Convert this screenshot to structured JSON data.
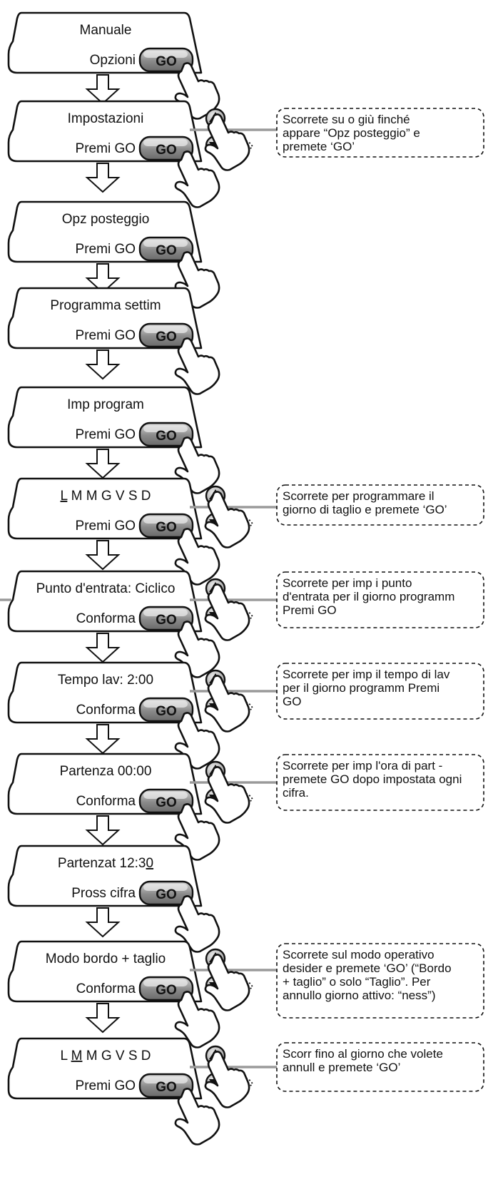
{
  "go_label": "GO",
  "colors": {
    "button_gray": "#8a8a8a",
    "outline": "#111111",
    "connector": "#9a9a9a",
    "background": "#ffffff"
  },
  "icons": {
    "go_button": "go-button-icon",
    "hand": "pointing-hand-icon",
    "up": "up-arrow-icon",
    "down": "down-arrow-icon",
    "flow": "down-flow-arrow-icon"
  },
  "steps": [
    {
      "id": "manuale",
      "title": "Manuale",
      "subtitle": "Opzioni",
      "has_scroll": false
    },
    {
      "id": "impostazioni",
      "title": "Impostazioni",
      "subtitle": "Premi GO",
      "has_scroll": true,
      "note": [
        "Scorrete su o giù finché",
        "appare “Opz posteggio” e",
        "premete ‘GO’"
      ]
    },
    {
      "id": "opz-posteggio",
      "title": "Opz posteggio",
      "subtitle": "Premi GO",
      "has_scroll": false
    },
    {
      "id": "programma-settim",
      "title": "Programma settim",
      "subtitle": "Premi GO",
      "has_scroll": false
    },
    {
      "id": "imp-program",
      "title": "Imp program",
      "subtitle": "Premi GO",
      "has_scroll": false
    },
    {
      "id": "giorni",
      "title_parts": [
        {
          "t": "L",
          "u": true
        },
        {
          "t": " M M G V S D",
          "u": false
        }
      ],
      "subtitle": "Premi GO",
      "has_scroll": true,
      "note": [
        "Scorrete per programmare il",
        "giorno di taglio e premete ‘GO’"
      ]
    },
    {
      "id": "punto-entrata",
      "title": "Punto d'entrata: Ciclico",
      "subtitle": "Conforma",
      "has_scroll": true,
      "left_line": true,
      "note": [
        "Scorrete per imp i punto",
        "d'entrata per il giorno programm",
        "Premi GO"
      ]
    },
    {
      "id": "tempo-lav",
      "title": "Tempo lav:   2:00",
      "subtitle": "Conforma",
      "has_scroll": true,
      "note": [
        "Scorrete per imp il tempo di lav",
        "per il giorno programm Premi",
        "GO"
      ]
    },
    {
      "id": "partenza",
      "title": "Partenza  00:00",
      "subtitle": "Conforma",
      "has_scroll": true,
      "note": [
        "Scorrete per imp l'ora di part -",
        "premete GO dopo impostata ogni",
        "cifra."
      ]
    },
    {
      "id": "partenzat",
      "title_parts": [
        {
          "t": "Partenzat  12:3",
          "u": false
        },
        {
          "t": "0",
          "u": true
        }
      ],
      "subtitle": "Pross cifra",
      "has_scroll": false
    },
    {
      "id": "modo-bordo",
      "title": "Modo bordo + taglio",
      "subtitle": "Conforma",
      "has_scroll": true,
      "note": [
        "Scorrete sul modo operativo",
        "desider e premete ‘GO’ (“Bordo",
        "+ taglio” o solo “Taglio”. Per",
        "annullo giorno attivo: “ness”)"
      ]
    },
    {
      "id": "annulla-giorno",
      "title_parts": [
        {
          "t": "L ",
          "u": false
        },
        {
          "t": "M",
          "u": true
        },
        {
          "t": " M G V S D",
          "u": false
        }
      ],
      "subtitle": "Premi GO",
      "has_scroll": true,
      "note": [
        "Scorr fino al giorno che volete",
        "annull e premete ‘GO’"
      ]
    }
  ]
}
